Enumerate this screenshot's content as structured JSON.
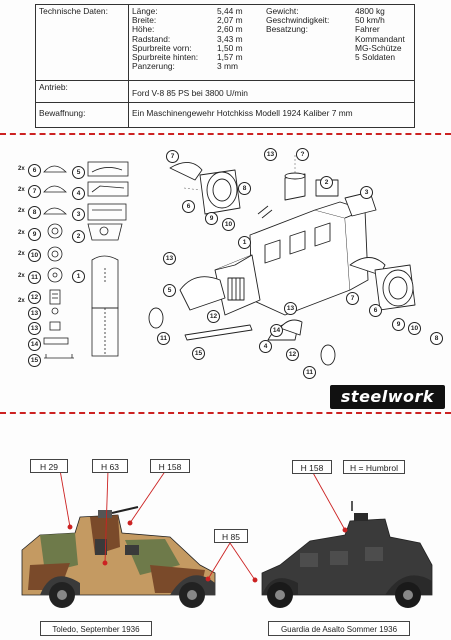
{
  "spec": {
    "heading": "Technische Daten:",
    "dims_labels": [
      "Länge:",
      "Breite:",
      "Höhe:",
      "Radstand:",
      "Spurbreite vorn:",
      "Spurbreite hinten:",
      "Panzerung:"
    ],
    "dims_values": [
      "5,44 m",
      "2,07 m",
      "2,60 m",
      "3,43 m",
      "1,50 m",
      "1,57 m",
      "3 mm"
    ],
    "other_labels": [
      "Gewicht:",
      "Geschwindigkeit:",
      "Besatzung:"
    ],
    "other_values": [
      "4800 kg",
      "50 km/h",
      "Fahrer",
      "Kommandant",
      "MG-Schütze",
      "5 Soldaten"
    ],
    "drive_label": "Antrieb:",
    "drive_value": "Ford V-8  85 PS bei 3800 U/min",
    "arm_label": "Bewaffnung:",
    "arm_value": "Ein Maschinengewehr Hotchkiss  Modell 1924 Kaliber 7 mm"
  },
  "parts_list": {
    "qty_labels": [
      "2x",
      "2x",
      "2x",
      "2x",
      "2x",
      "2x",
      "2x"
    ],
    "part_numbers": [
      "6",
      "7",
      "8",
      "9",
      "10",
      "11",
      "12",
      "13",
      "13",
      "14",
      "15"
    ],
    "side_numbers": [
      "5",
      "4",
      "3",
      "2",
      "1"
    ]
  },
  "diagram": {
    "callouts": [
      "7",
      "6",
      "8",
      "9",
      "10",
      "13",
      "?",
      "2",
      "3",
      "1",
      "13",
      "5",
      "4",
      "12",
      "11",
      "15",
      "13",
      "14",
      "7",
      "6",
      "9",
      "10",
      "8",
      "12",
      "11"
    ]
  },
  "logo": "steelwork",
  "colors": {
    "left_codes": [
      "H 29",
      "H 63",
      "H 158"
    ],
    "middle_code": "H 85",
    "right_code": "H 158",
    "legend": "H = Humbrol",
    "caption_left": "Toledo, September 1936",
    "caption_right": "Guardia de Asalto Sommer 1936",
    "camo_tan": "#c49a62",
    "camo_green": "#6e7a4a",
    "camo_brown": "#7a4a2a",
    "dark_grey": "#3a3a3a"
  }
}
